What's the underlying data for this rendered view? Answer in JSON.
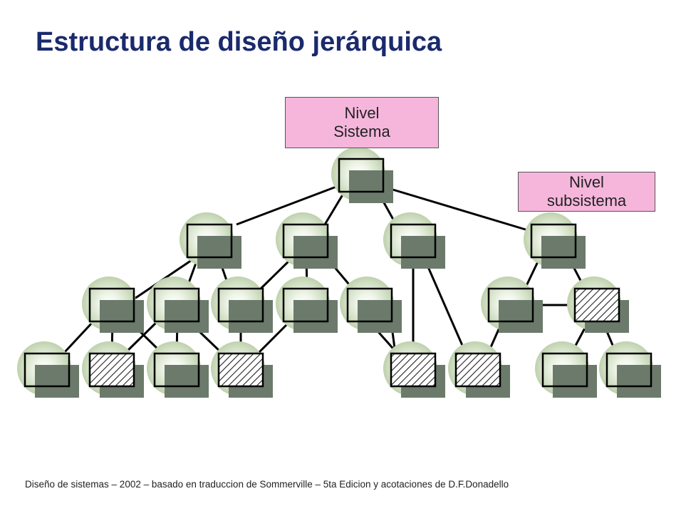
{
  "title": "Estructura de diseño jerárquica",
  "callouts": {
    "system": {
      "line1": "Nivel",
      "line2": "Sistema"
    },
    "subsystem": {
      "line1": "Nivel",
      "line2": "subsistema"
    }
  },
  "footer": "Diseño de sistemas  – 2002 – basado en traduccion de Sommerville – 5ta Edicion y acotaciones de D.F.Donadello",
  "colors": {
    "title": "#1a2a6c",
    "callout_fill": "#f6b6dc",
    "node_glow": "#c7d8b8",
    "node_shadow": "#6b7a6b"
  }
}
